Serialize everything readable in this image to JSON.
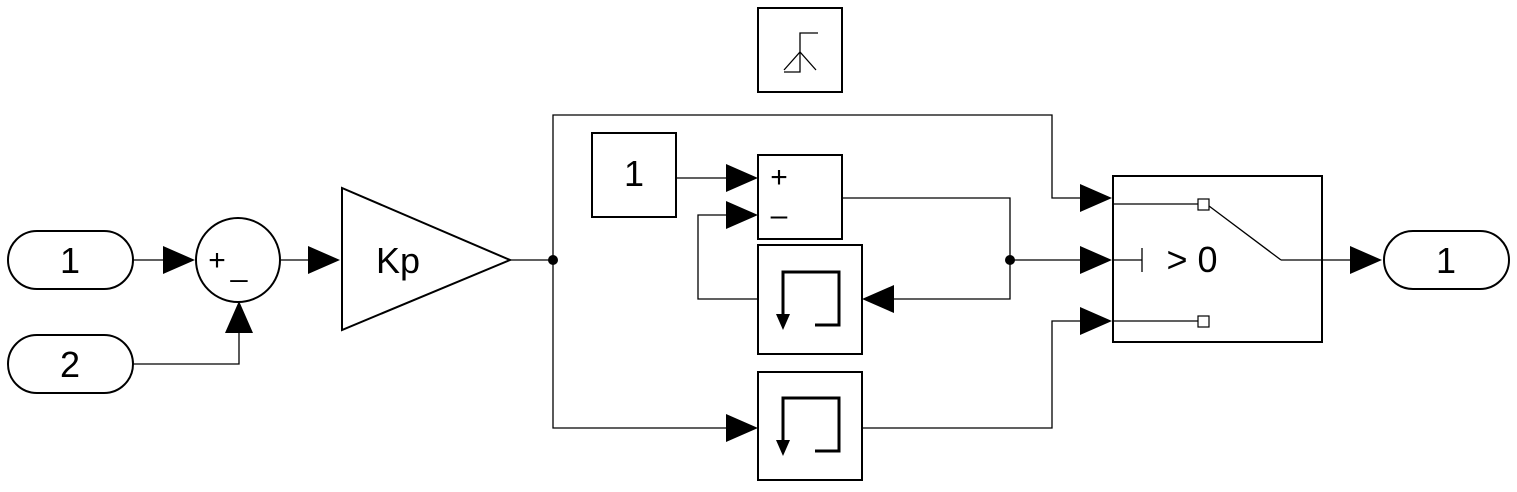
{
  "inports": [
    {
      "label": "1"
    },
    {
      "label": "2"
    }
  ],
  "sum_error": {
    "sign_plus": "+",
    "sign_minus": "_"
  },
  "gain": {
    "label": "Kp"
  },
  "constant": {
    "value": "1"
  },
  "sum_wrap": {
    "sign_plus": "+",
    "sign_minus": "–"
  },
  "switch": {
    "criterion": "> 0"
  },
  "outport": {
    "label": "1"
  },
  "icons": {
    "trigger": "rising-edge-trigger-icon",
    "memory": "unit-delay-icon"
  },
  "colors": {
    "line": "#000000",
    "background": "#ffffff"
  }
}
